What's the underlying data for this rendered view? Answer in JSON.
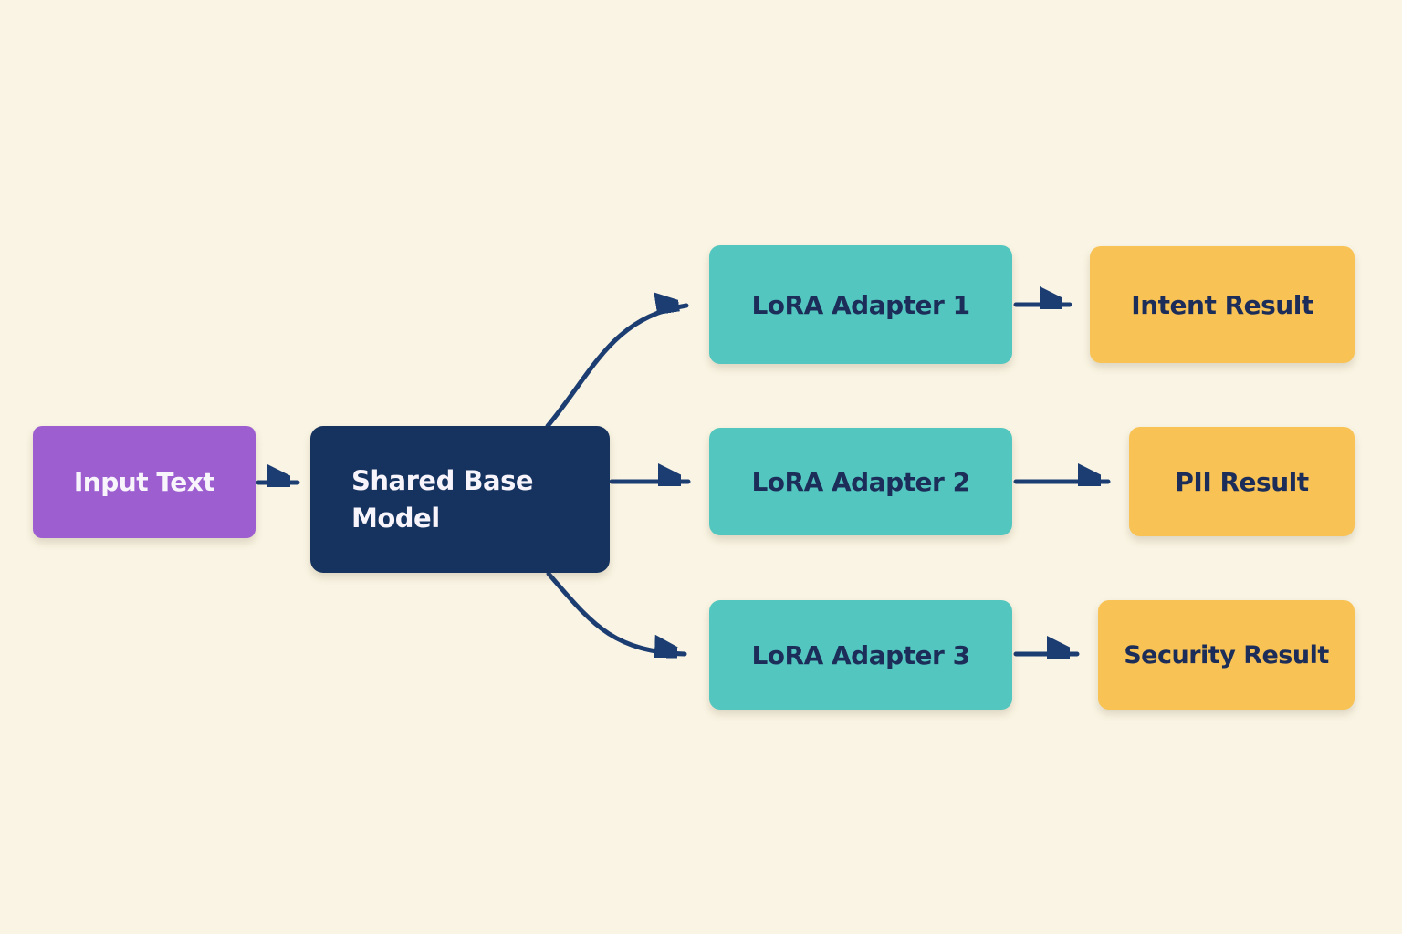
{
  "colors": {
    "background": "#faf4e4",
    "node_purple": "#9d5fd0",
    "node_navy": "#16335f",
    "node_teal": "#53c7bf",
    "node_yellow": "#f8c254",
    "arrow": "#1b3d72",
    "text_dark": "#1b2d58",
    "text_light": "#f8f4fb"
  },
  "diagram": {
    "nodes": {
      "input_text": {
        "label": "Input Text"
      },
      "shared_base_model": {
        "label": "Shared Base Model"
      },
      "lora_adapter_1": {
        "label": "LoRA Adapter 1"
      },
      "lora_adapter_2": {
        "label": "LoRA Adapter 2"
      },
      "lora_adapter_3": {
        "label": "LoRA Adapter 3"
      },
      "intent_result": {
        "label": "Intent Result"
      },
      "pii_result": {
        "label": "PII Result"
      },
      "security_result": {
        "label": "Security Result"
      }
    },
    "edges": [
      {
        "from": "input_text",
        "to": "shared_base_model"
      },
      {
        "from": "shared_base_model",
        "to": "lora_adapter_1"
      },
      {
        "from": "shared_base_model",
        "to": "lora_adapter_2"
      },
      {
        "from": "shared_base_model",
        "to": "lora_adapter_3"
      },
      {
        "from": "lora_adapter_1",
        "to": "intent_result"
      },
      {
        "from": "lora_adapter_2",
        "to": "pii_result"
      },
      {
        "from": "lora_adapter_3",
        "to": "security_result"
      }
    ]
  }
}
